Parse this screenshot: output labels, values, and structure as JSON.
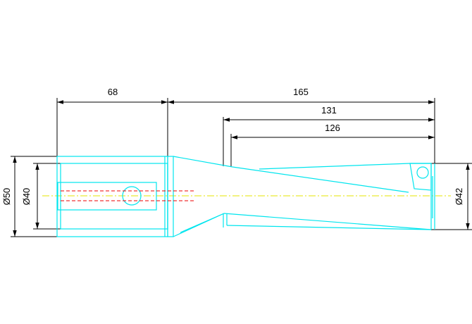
{
  "dimensions": {
    "length_68": "68",
    "length_165": "165",
    "length_131": "131",
    "length_126": "126",
    "diameter_50": "Ø50",
    "diameter_40": "Ø40",
    "diameter_42": "Ø42"
  },
  "colors": {
    "outline": "#00e5ee",
    "dimension": "#000000",
    "hidden": "#ee0000",
    "centerline": "#e6e600",
    "background": "#ffffff"
  }
}
